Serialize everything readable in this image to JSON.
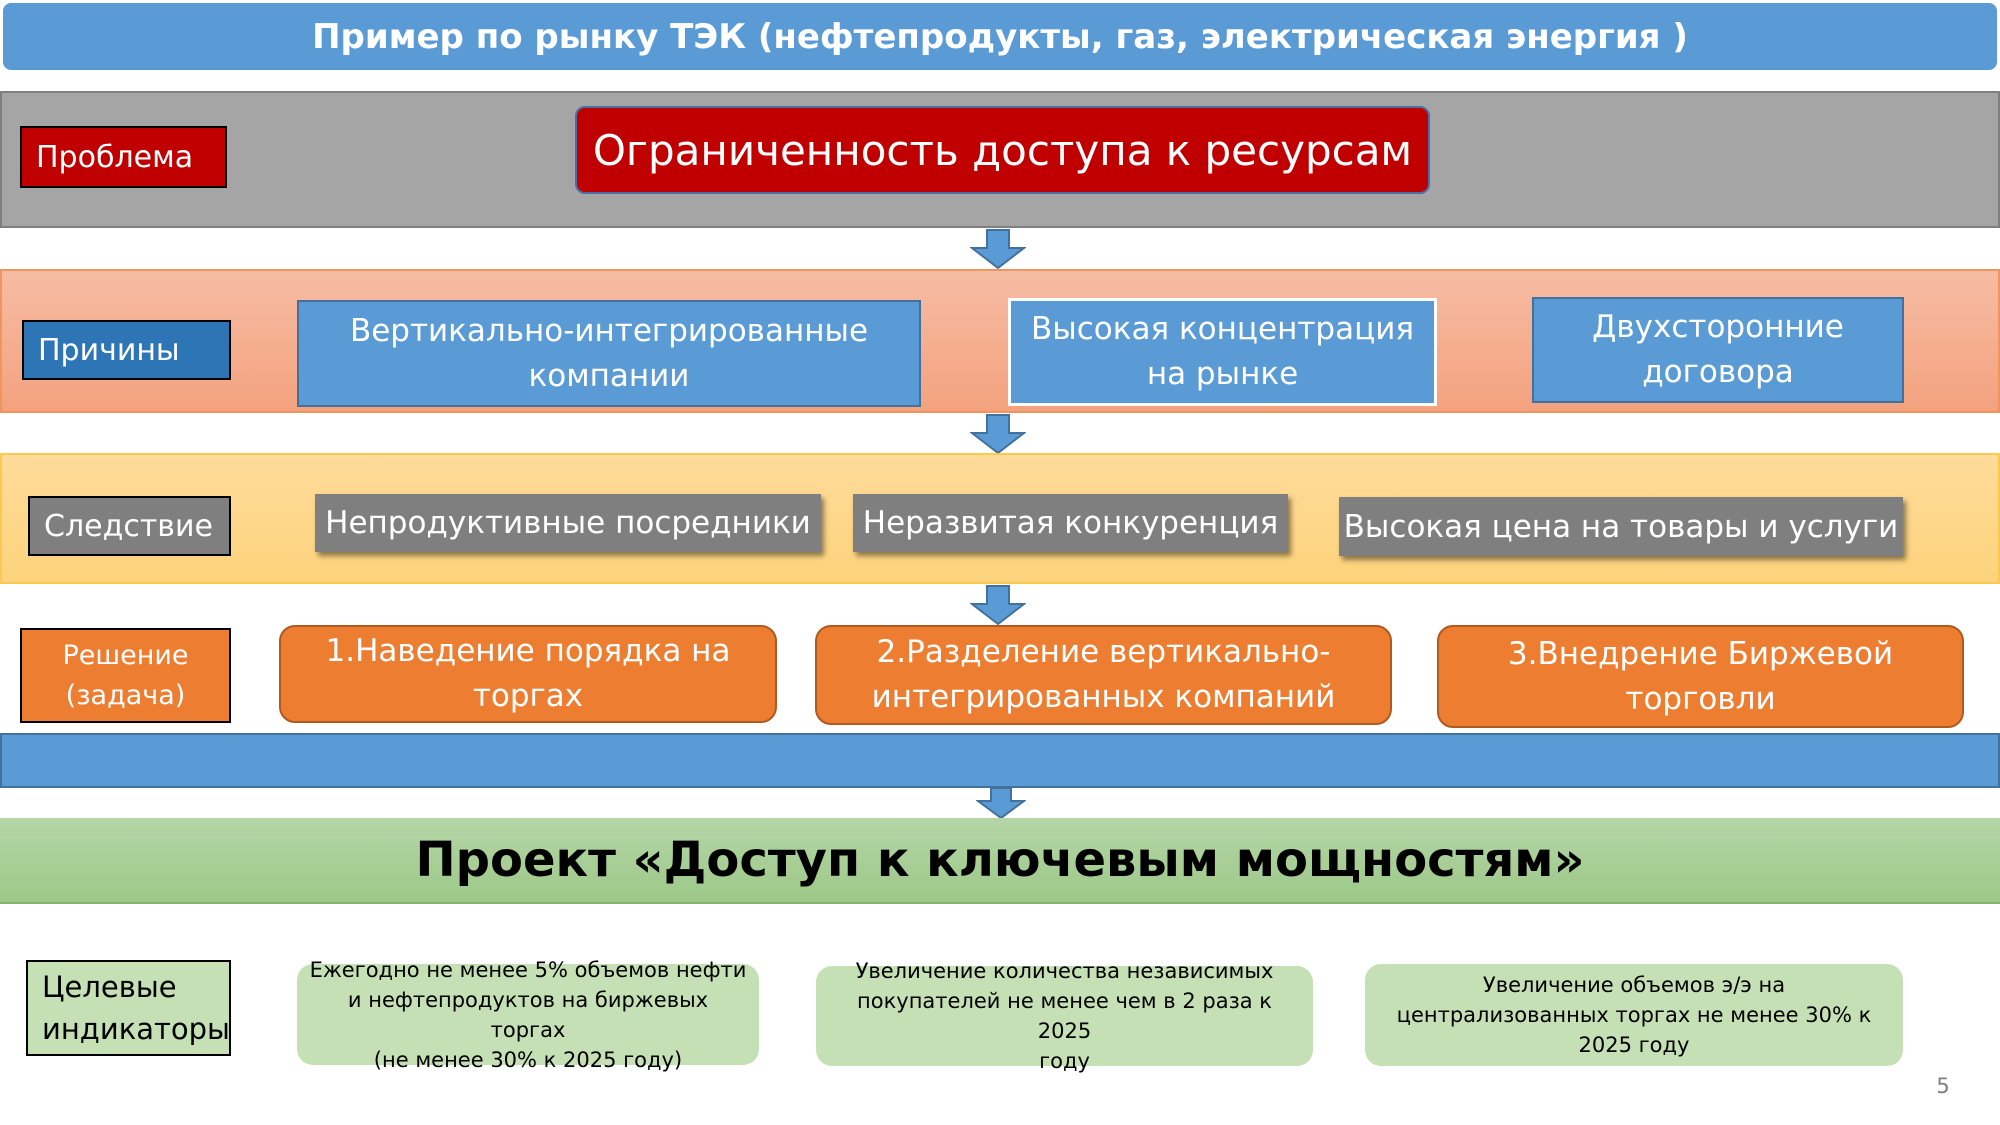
{
  "title": "Пример по рынку ТЭК (нефтепродукты, газ, электрическая энергия )",
  "problem": {
    "label": "Проблема",
    "text": "Ограниченность доступа к ресурсам"
  },
  "causes": {
    "label": "Причины",
    "items": [
      {
        "text": "Вертикально-интегрированные\nкомпании"
      },
      {
        "text": "Высокая концентрация\nна рынке"
      },
      {
        "text": "Двухсторонние\nдоговора"
      }
    ]
  },
  "effects": {
    "label": "Следствие",
    "items": [
      {
        "text": "Непродуктивные посредники"
      },
      {
        "text": "Неразвитая конкуренция"
      },
      {
        "text": "Высокая цена на товары и услуги"
      }
    ]
  },
  "solutions": {
    "label": "Решение\n(задача)",
    "items": [
      {
        "text": "1.Наведение порядка на\nторгах"
      },
      {
        "text": "2.Разделение вертикально-\nинтегрированных компаний"
      },
      {
        "text": "3.Внедрение Биржевой\nторговли"
      }
    ]
  },
  "project": {
    "title": "Проект «Доступ к ключевым мощностям»"
  },
  "targets": {
    "label": "Целевые\nиндикаторы",
    "items": [
      {
        "text": "Ежегодно не менее 5% объемов нефти\nи нефтепродуктов на биржевых торгах\n(не менее 30% к 2025 году)"
      },
      {
        "text": "Увеличение количества независимых\nпокупателей не менее чем в 2 раза к 2025\nгоду"
      },
      {
        "text": "Увеличение объемов  э/э на\nцентрализованных торгах не менее 30% к\n2025 году"
      }
    ]
  },
  "page_number": "5",
  "colors": {
    "title_blue": "#5b9bd5",
    "problem_red": "#c00000",
    "cause_blue": "#2e75b6",
    "effect_gray": "#7f7f7f",
    "solution_orange": "#ed7d31",
    "target_green": "#c5e0b4"
  },
  "icons": {
    "flow_arrow": "arrow-down-icon"
  }
}
